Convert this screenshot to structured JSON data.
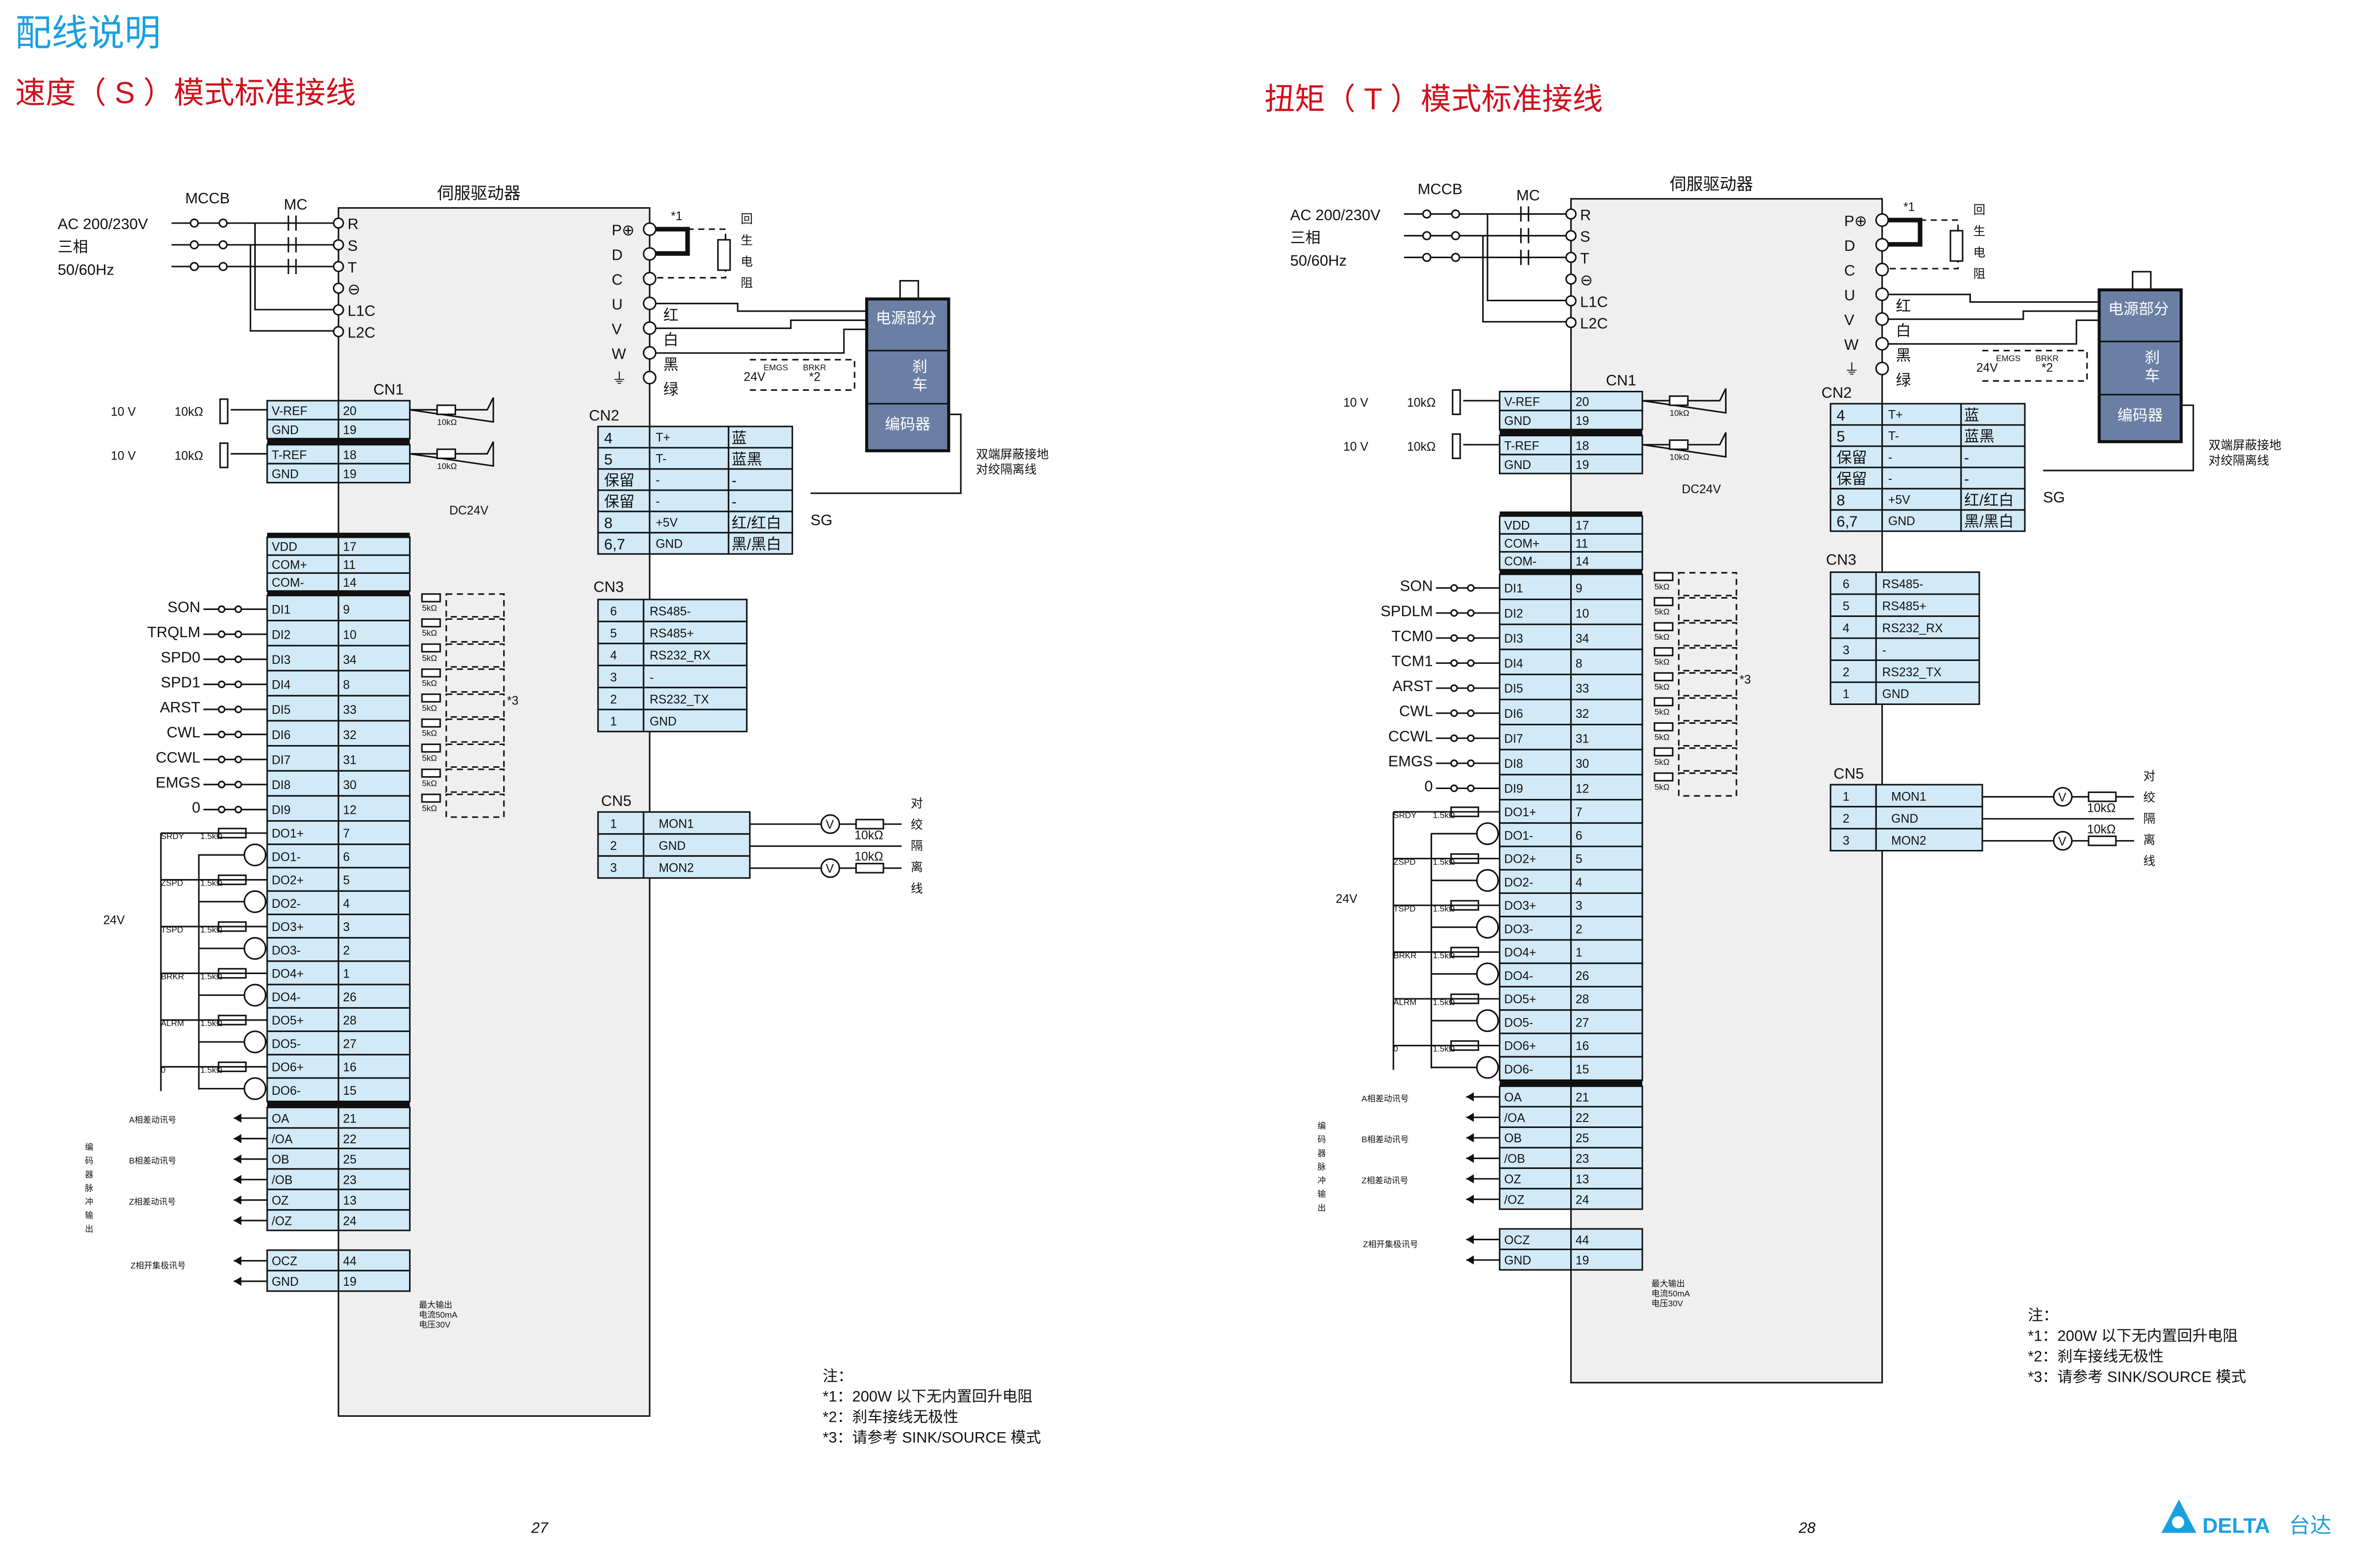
{
  "header": {
    "title": "配线说明"
  },
  "colors": {
    "title_blue": "#1aa0e0",
    "title_red": "#d0101c",
    "cell_fill": "#d2eaf7",
    "driver_fill": "#efefef",
    "motor_fill": "#6b7fa5"
  },
  "pages": [
    {
      "subtitle": "速度（ S ）模式标准接线",
      "page_number": "27",
      "mode_signals": [
        "SON",
        "TRQLM",
        "SPD0",
        "SPD1",
        "ARST",
        "CWL",
        "CCWL",
        "EMGS",
        "0"
      ]
    },
    {
      "subtitle": "扭矩（ T ）模式标准接线",
      "page_number": "28",
      "mode_signals": [
        "SON",
        "SPDLM",
        "TCM0",
        "TCM1",
        "ARST",
        "CWL",
        "CCWL",
        "EMGS",
        "0"
      ]
    }
  ],
  "common": {
    "driver_title": "伺服驱动器",
    "power": {
      "line1": "AC 200/230V",
      "line2": "三相",
      "line3": "50/60Hz",
      "mccb": "MCCB",
      "mc": "MC"
    },
    "power_terminals": [
      "R",
      "S",
      "T",
      "⊖",
      "L1C",
      "L2C"
    ],
    "motor_terminals": [
      "P⊕",
      "D",
      "C",
      "U",
      "V",
      "W",
      "⏚"
    ],
    "wire_colors": [
      "红",
      "白",
      "黑",
      "绿"
    ],
    "regen": {
      "note": "*1",
      "label_chars": [
        "回",
        "生",
        "电",
        "阻"
      ]
    },
    "motor": {
      "power": "电源部分",
      "brake_chars": [
        "刹",
        "车"
      ],
      "encoder": "编码器",
      "emgs": "EMGS",
      "brkr": "BRKR",
      "brake_note": "*2",
      "v24": "24V"
    },
    "shield_note": [
      "双端屏蔽接地",
      "对绞隔离线"
    ],
    "sg": "SG",
    "cn1": {
      "label": "CN1",
      "analog": [
        {
          "name": "V-REF",
          "pin": "20"
        },
        {
          "name": "GND",
          "pin": "19"
        },
        {
          "name": "T-REF",
          "pin": "18"
        },
        {
          "name": "GND",
          "pin": "19"
        }
      ],
      "analog_source": {
        "voltage": "10 V",
        "pot": "10kΩ",
        "res": "10kΩ"
      },
      "dc24v": "DC24V",
      "power_pins": [
        {
          "name": "VDD",
          "pin": "17"
        },
        {
          "name": "COM+",
          "pin": "11"
        },
        {
          "name": "COM-",
          "pin": "14"
        }
      ],
      "di": [
        {
          "name": "DI1",
          "pin": "9"
        },
        {
          "name": "DI2",
          "pin": "10"
        },
        {
          "name": "DI3",
          "pin": "34"
        },
        {
          "name": "DI4",
          "pin": "8"
        },
        {
          "name": "DI5",
          "pin": "33"
        },
        {
          "name": "DI6",
          "pin": "32"
        },
        {
          "name": "DI7",
          "pin": "31"
        },
        {
          "name": "DI8",
          "pin": "30"
        },
        {
          "name": "DI9",
          "pin": "12"
        }
      ],
      "di_res": "5kΩ",
      "di_note": "*3",
      "do": [
        {
          "name": "DO1+",
          "pin": "7"
        },
        {
          "name": "DO1-",
          "pin": "6"
        },
        {
          "name": "DO2+",
          "pin": "5"
        },
        {
          "name": "DO2-",
          "pin": "4"
        },
        {
          "name": "DO3+",
          "pin": "3"
        },
        {
          "name": "DO3-",
          "pin": "2"
        },
        {
          "name": "DO4+",
          "pin": "1"
        },
        {
          "name": "DO4-",
          "pin": "26"
        },
        {
          "name": "DO5+",
          "pin": "28"
        },
        {
          "name": "DO5-",
          "pin": "27"
        },
        {
          "name": "DO6+",
          "pin": "16"
        },
        {
          "name": "DO6-",
          "pin": "15"
        }
      ],
      "do_signals": [
        "SRDY",
        "ZSPD",
        "TSPD",
        "BRKR",
        "ALRM",
        "0"
      ],
      "do_res": "1.5kΩ",
      "do_supply": "24V",
      "enc_out": [
        {
          "name": "OA",
          "pin": "21"
        },
        {
          "name": "/OA",
          "pin": "22"
        },
        {
          "name": "OB",
          "pin": "25"
        },
        {
          "name": "/OB",
          "pin": "23"
        },
        {
          "name": "OZ",
          "pin": "13"
        },
        {
          "name": "/OZ",
          "pin": "24"
        }
      ],
      "enc_groups": [
        "A相差动讯号",
        "B相差动讯号",
        "Z相差动讯号"
      ],
      "enc_side_chars": [
        "编",
        "码",
        "器",
        "脉",
        "冲",
        "输",
        "出"
      ],
      "ocz": [
        {
          "name": "OCZ",
          "pin": "44"
        },
        {
          "name": "GND",
          "pin": "19"
        }
      ],
      "ocz_label": "Z相开集极讯号",
      "ocz_spec": [
        "最大输出",
        "电流50mA",
        "电压30V"
      ]
    },
    "cn2": {
      "label": "CN2",
      "rows": [
        {
          "pin": "4",
          "sig": "T+",
          "color": "蓝"
        },
        {
          "pin": "5",
          "sig": "T-",
          "color": "蓝黑"
        },
        {
          "pin": "保留",
          "sig": "-",
          "color": "-"
        },
        {
          "pin": "保留",
          "sig": "-",
          "color": "-"
        },
        {
          "pin": "8",
          "sig": "+5V",
          "color": "红/红白"
        },
        {
          "pin": "6,7",
          "sig": "GND",
          "color": "黑/黑白"
        }
      ]
    },
    "cn3": {
      "label": "CN3",
      "rows": [
        {
          "pin": "6",
          "sig": "RS485-"
        },
        {
          "pin": "5",
          "sig": "RS485+"
        },
        {
          "pin": "4",
          "sig": "RS232_RX"
        },
        {
          "pin": "3",
          "sig": "-"
        },
        {
          "pin": "2",
          "sig": "RS232_TX"
        },
        {
          "pin": "1",
          "sig": "GND"
        }
      ]
    },
    "cn5": {
      "label": "CN5",
      "rows": [
        {
          "pin": "1",
          "sig": "MON1"
        },
        {
          "pin": "2",
          "sig": "GND"
        },
        {
          "pin": "3",
          "sig": "MON2"
        }
      ],
      "meter": "V",
      "pot": "10kΩ",
      "side_chars": [
        "对",
        "绞",
        "隔",
        "离",
        "线"
      ]
    },
    "notes": {
      "head": "注：",
      "items": [
        "*1：200W 以下无内置回升电阻",
        "*2：刹车接线无极性",
        "*3：请参考 SINK/SOURCE 模式"
      ]
    }
  },
  "brand": {
    "name": "DELTA",
    "cn": "台达"
  }
}
